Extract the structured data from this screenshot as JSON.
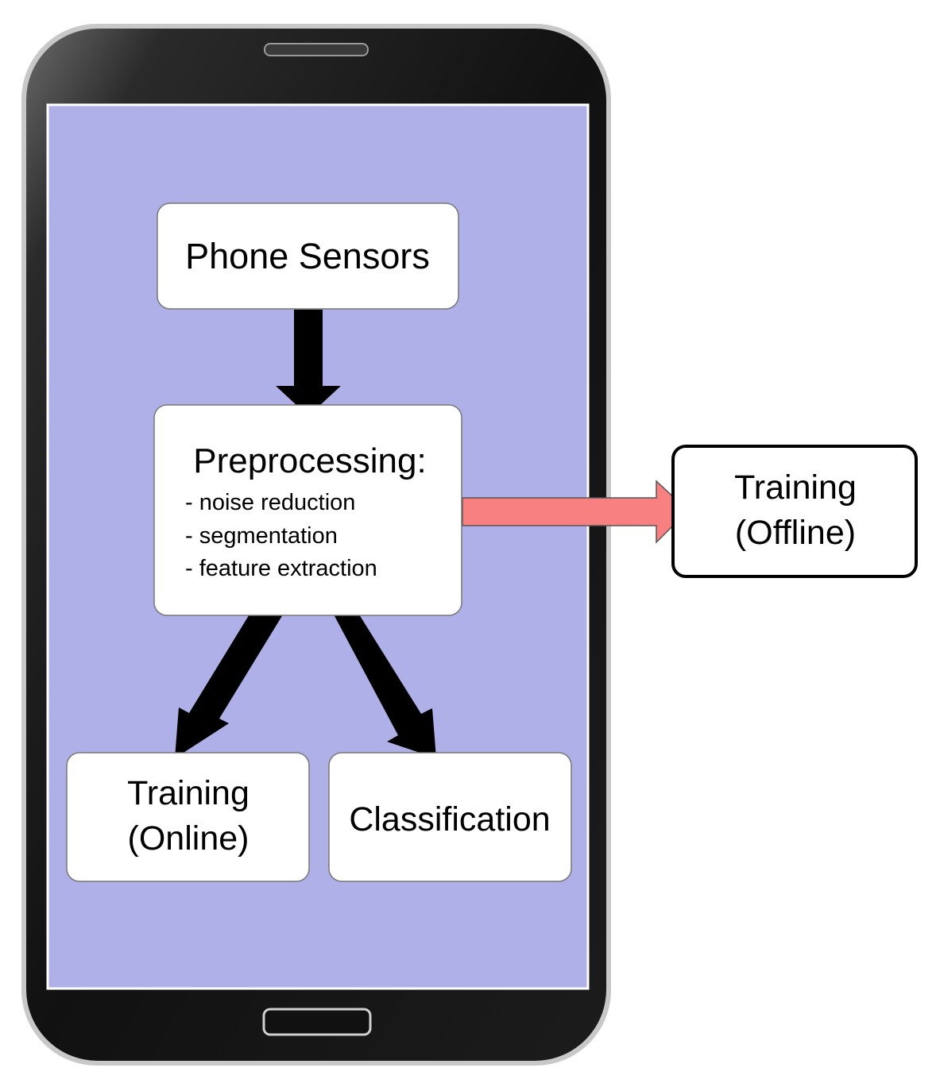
{
  "diagram": {
    "nodes": {
      "phone_sensors": {
        "label": "Phone Sensors"
      },
      "preprocessing": {
        "label": "Preprocessing:",
        "items": [
          "- noise reduction",
          "- segmentation",
          "- feature extraction"
        ]
      },
      "training_online": {
        "lines": [
          "Training",
          "(Online)"
        ]
      },
      "classification": {
        "label": "Classification"
      },
      "training_offline": {
        "lines": [
          "Training",
          "(Offline)"
        ]
      }
    },
    "edges": [
      {
        "from": "Phone Sensors",
        "to": "Preprocessing:"
      },
      {
        "from": "Preprocessing:",
        "to": "Training (Online)"
      },
      {
        "from": "Preprocessing:",
        "to": "Classification"
      },
      {
        "from": "Preprocessing:",
        "to": "Training (Offline)"
      }
    ],
    "colors": {
      "screen": "#b0b0e8",
      "phone_body": "#1a1a1a",
      "offline_arrow": "#f88080",
      "box_fill": "#ffffff",
      "arrow": "#000000"
    }
  }
}
